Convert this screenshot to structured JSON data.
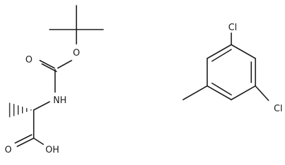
{
  "molecule_left": {
    "atoms": {
      "o_ester": "O",
      "o_carbonyl": "O",
      "nh": "NH",
      "oh": "OH",
      "o_acid": "O"
    }
  },
  "molecule_right": {
    "atoms": {
      "cl_top": "Cl",
      "cl_right": "Cl"
    }
  }
}
